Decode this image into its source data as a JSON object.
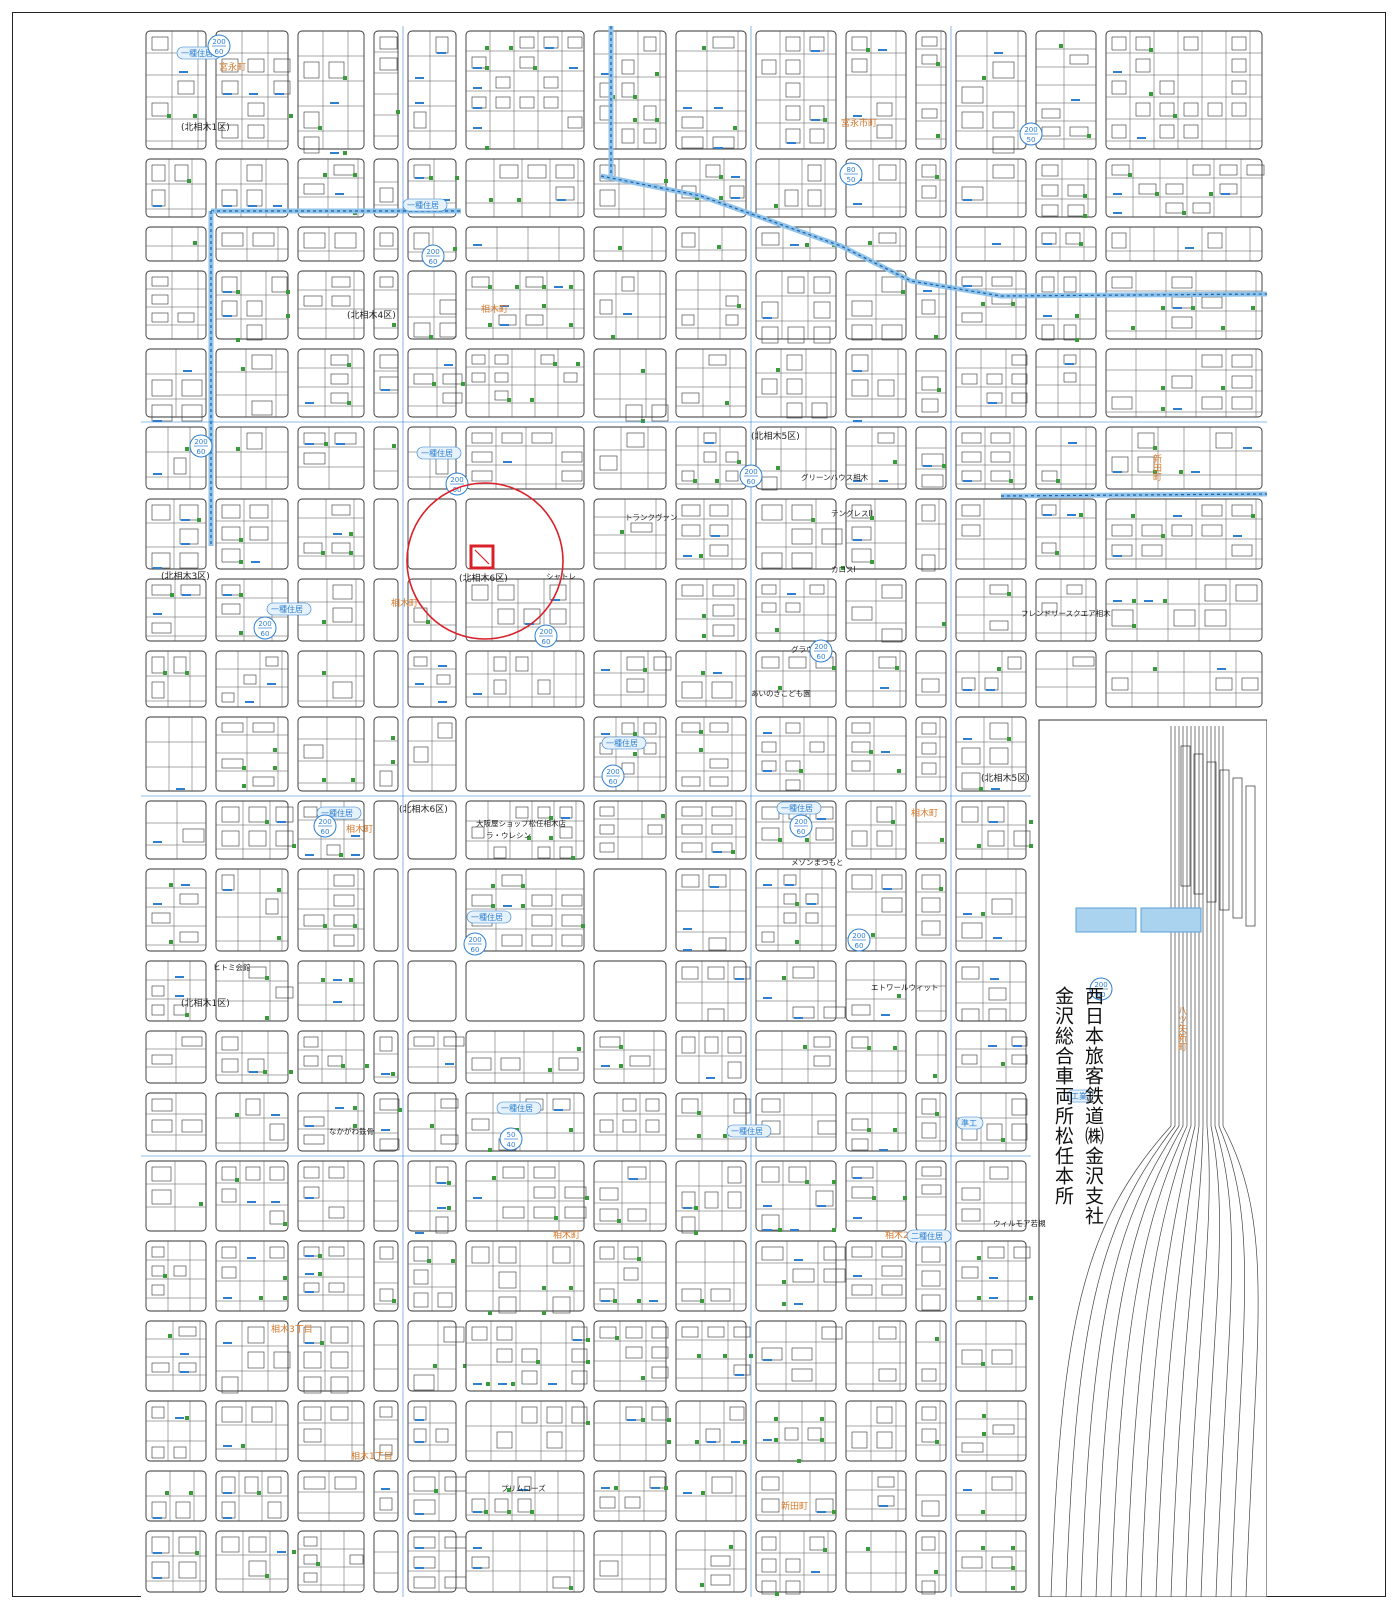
{
  "map": {
    "facility_label": "西日本旅客鉄道㈱金沢支社 金沢総合車両所松任本所",
    "town_labels": [
      "宮永町",
      "宮永市町",
      "相木町",
      "相木町",
      "相木町",
      "相木町",
      "相木町",
      "相木2丁目",
      "相木3丁目",
      "相木1丁目",
      "新田町",
      "新田町",
      "八ツ矢新町"
    ],
    "district_labels": [
      "(北相木1区)",
      "(北相木3区)",
      "(北相木4区)",
      "(北相木5区)",
      "(北相木6区)",
      "(北相木6区)",
      "(北相木1区)",
      "(北相木5区)"
    ],
    "place_labels": [
      "グラウンド",
      "あいのきこども園",
      "トランクヴァン",
      "シャトレ",
      "大阪屋ショップ松任相木店",
      "ラ・ウレシン",
      "グリーンハウス相木",
      "テングレスII",
      "カロスI",
      "フレンドリースクエア相木",
      "メゾンまつもと",
      "エトワールウィット",
      "ヒトミ会館",
      "なかがわ鉄骨",
      "ウィルモア若槻",
      "プリムローズ"
    ],
    "road_labels": [
      "一種住居",
      "一種住居",
      "一種住居",
      "一種住居",
      "一種住居",
      "一種住居",
      "一種住居",
      "一種住居",
      "一種住居",
      "一種住居",
      "二種住居",
      "準工",
      "工業"
    ],
    "zoning_badges": [
      {
        "top": "200",
        "bottom": "60"
      },
      {
        "top": "200",
        "bottom": "50"
      },
      {
        "top": "80",
        "bottom": "50"
      },
      {
        "top": "200",
        "bottom": "60"
      },
      {
        "top": "200",
        "bottom": "60"
      },
      {
        "top": "200",
        "bottom": "60"
      },
      {
        "top": "200",
        "bottom": "60"
      },
      {
        "top": "200",
        "bottom": "60"
      },
      {
        "top": "200",
        "bottom": "60"
      },
      {
        "top": "200",
        "bottom": "60"
      },
      {
        "top": "200",
        "bottom": "60"
      },
      {
        "top": "200",
        "bottom": "60"
      },
      {
        "top": "200",
        "bottom": "60"
      },
      {
        "top": "200",
        "bottom": "60"
      },
      {
        "top": "200",
        "bottom": "60"
      },
      {
        "top": "50",
        "bottom": "40"
      },
      {
        "top": "200",
        "bottom": "60"
      }
    ],
    "colors": {
      "road_blue": "#8fc3ea",
      "line_blue": "#2e7fd0",
      "block_line": "#333333",
      "town_orange": "#d7782a",
      "marker_red": "#d9212a",
      "pond": "#a9d3ef"
    }
  }
}
